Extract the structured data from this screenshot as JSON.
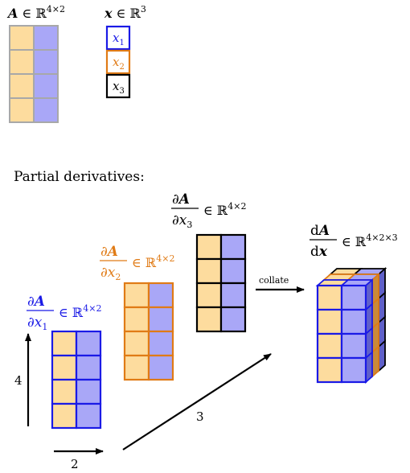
{
  "colors": {
    "orange_fill": "#fddc9e",
    "blue_fill": "#a9a7f7",
    "gray_border": "#a8a8a8",
    "blue": "#1a1ae6",
    "orange": "#e07b16",
    "black": "#000000",
    "cube_right_face": "#6060c8",
    "cube_right_orange": "#c98a3a"
  },
  "top_a": {
    "bold": "A",
    "rest": " ∈ ℝ",
    "sup": "4×2"
  },
  "top_x": {
    "bold": "x",
    "rest": " ∈ ℝ",
    "sup": "3",
    "entries": [
      {
        "main": "x",
        "sub": "1",
        "color": "blue"
      },
      {
        "main": "x",
        "sub": "2",
        "color": "orange"
      },
      {
        "main": "x",
        "sub": "3",
        "color": "black"
      }
    ]
  },
  "section_title": "Partial derivatives:",
  "partials": [
    {
      "num_d": "∂",
      "num_bold": "A",
      "den_d": "∂",
      "den_var": "x",
      "den_sub": "1",
      "rest": "∈ ℝ",
      "sup": "4×2",
      "color": "blue"
    },
    {
      "num_d": "∂",
      "num_bold": "A",
      "den_d": "∂",
      "den_var": "x",
      "den_sub": "2",
      "rest": "∈ ℝ",
      "sup": "4×2",
      "color": "orange"
    },
    {
      "num_d": "∂",
      "num_bold": "A",
      "den_d": "∂",
      "den_var": "x",
      "den_sub": "3",
      "rest": "∈ ℝ",
      "sup": "4×2",
      "color": "black"
    }
  ],
  "total": {
    "num_d": "d",
    "num_bold": "A",
    "den_d": "d",
    "den_bold": "x",
    "rest": "∈ ℝ",
    "sup": "4×2×3"
  },
  "arrows": {
    "collate": "collate",
    "axis_vertical": "4",
    "axis_horizontal": "2",
    "axis_diagonal": "3"
  }
}
